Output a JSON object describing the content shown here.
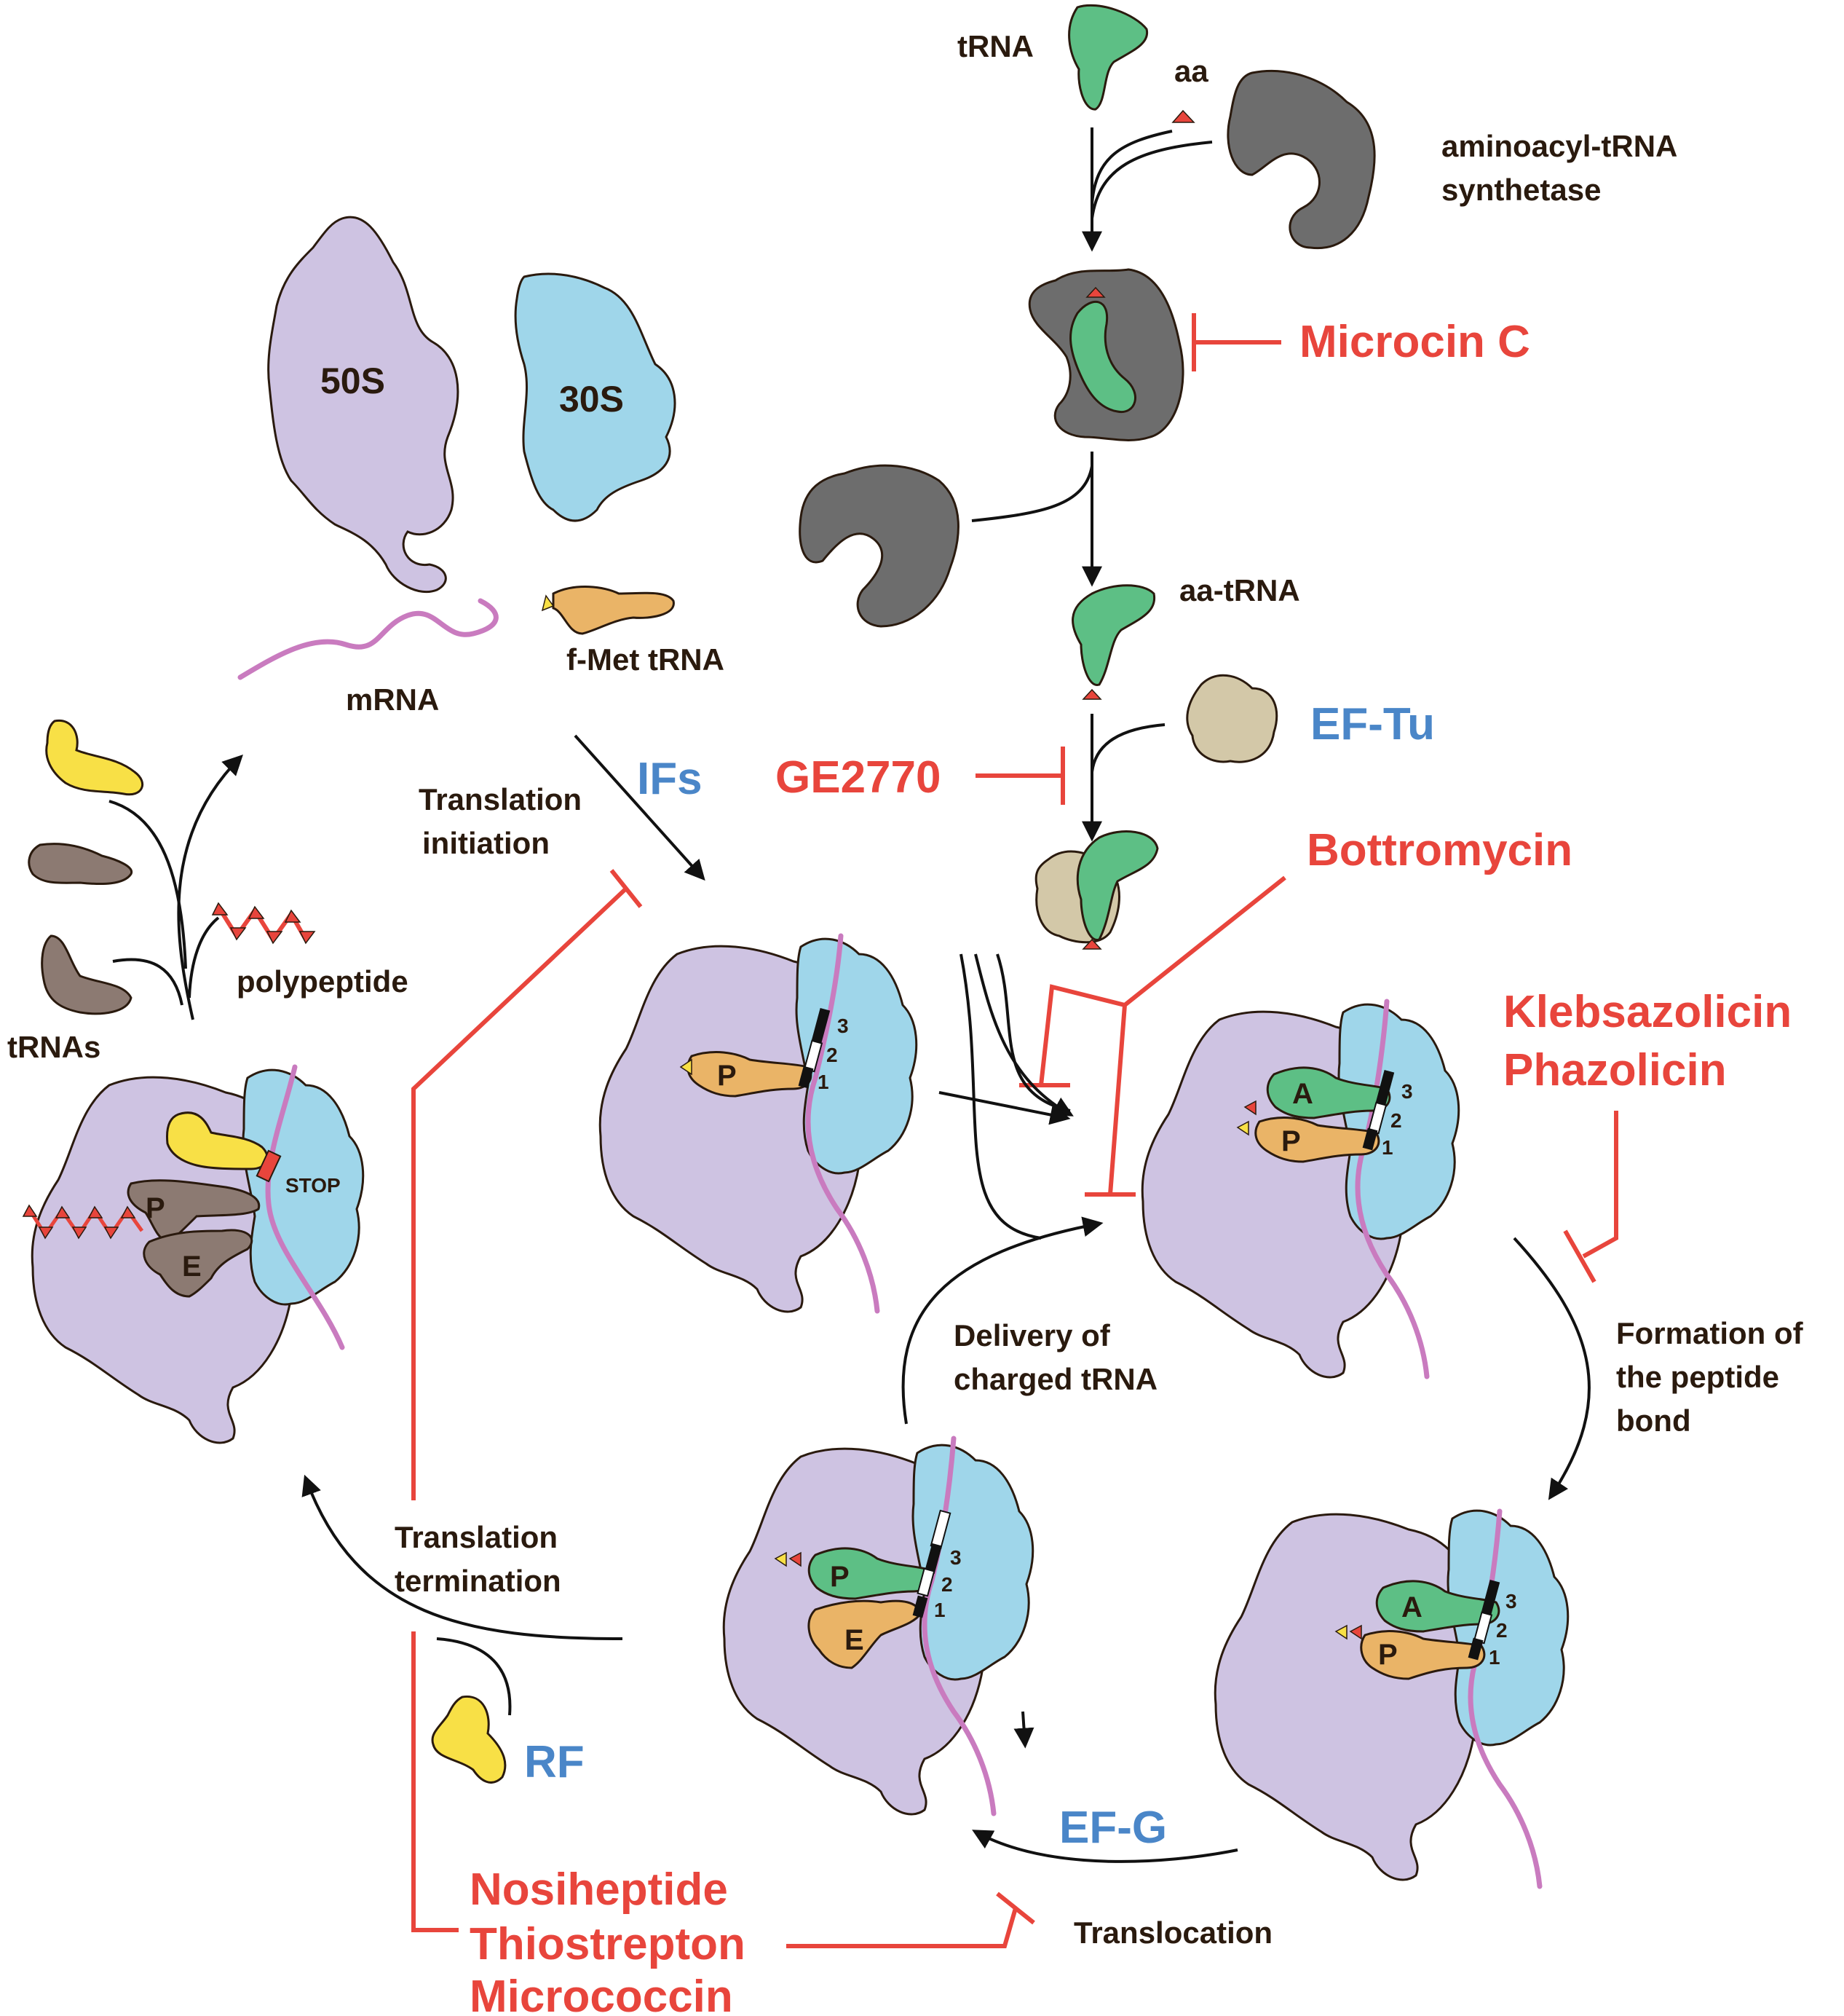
{
  "colors": {
    "inhibitor_red": "#e8453c",
    "factor_blue": "#4a86c8",
    "subunit_50S": "#cec3e2",
    "subunit_30S": "#9fd6ea",
    "mrna_pink": "#c97bbf",
    "trna_green": "#5dbf85",
    "fmet_orange": "#eab467",
    "synthetase_grey": "#6d6d6d",
    "eftu_tan": "#d3c8a8",
    "rf_yellow": "#f8e046"
  },
  "labels": {
    "trna": "tRNA",
    "aa": "aa",
    "synthetase_line1": "aminoacyl-tRNA",
    "synthetase_line2": "synthetase",
    "aa_trna": "aa-tRNA",
    "s50": "50S",
    "s30": "30S",
    "mrna": "mRNA",
    "fmet_trna": "f-Met tRNA",
    "polypeptide": "polypeptide",
    "trnas": "tRNAs",
    "initiation_line1": "Translation",
    "initiation_line2": "initiation",
    "delivery_line1": "Delivery of",
    "delivery_line2": "charged tRNA",
    "peptide_line1": "Formation of",
    "peptide_line2": "the peptide",
    "peptide_line3": "bond",
    "termination_line1": "Translation",
    "termination_line2": "termination",
    "translocation": "Translocation",
    "stop": "STOP",
    "site_a": "A",
    "site_p": "P",
    "site_e": "E",
    "n1": "1",
    "n2": "2",
    "n3": "3"
  },
  "factors": {
    "ifs": "IFs",
    "ef_tu": "EF-Tu",
    "rf": "RF",
    "ef_g": "EF-G"
  },
  "inhibitors": {
    "microcin_c": "Microcin C",
    "ge2770": "GE2770",
    "bottromycin": "Bottromycin",
    "klebsazolicin": "Klebsazolicin",
    "phazolicin": "Phazolicin",
    "nosiheptide": "Nosiheptide",
    "thiostrepton": "Thiostrepton",
    "micrococcin": "Micrococcin"
  },
  "icons": {
    "trna": "trna-shape-icon",
    "amino_acid": "triangle-icon",
    "synthetase": "enzyme-blob-icon",
    "ribosome": "ribosome-icon",
    "inhibition": "t-bar-inhibition-icon"
  }
}
